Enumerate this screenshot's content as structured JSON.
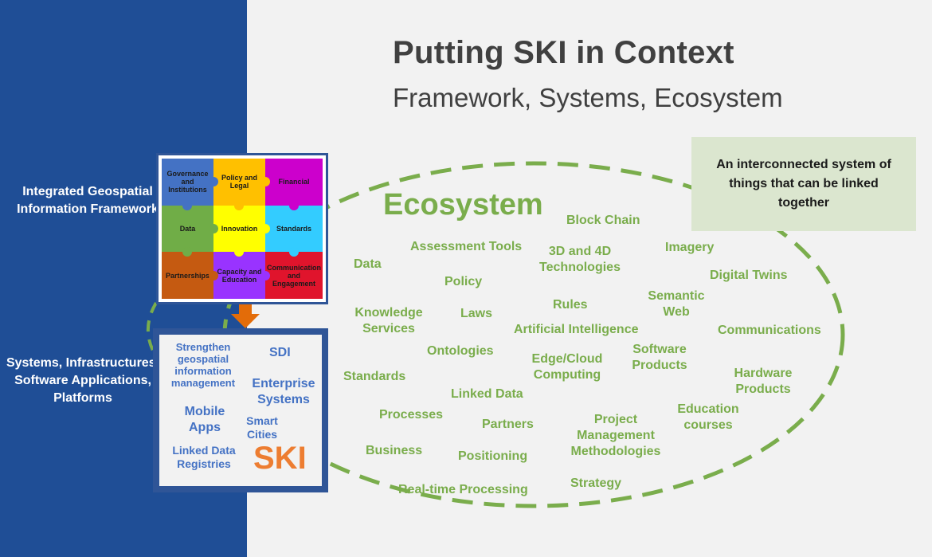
{
  "title": "Putting SKI in Context",
  "subtitle": "Framework, Systems, Ecosystem",
  "left_labels": {
    "framework": "Integrated Geospatial Information Framework",
    "systems": "Systems, Infrastructures, Software Applications, Platforms"
  },
  "callout": "An interconnected system of things that can be linked together",
  "ecosystem": {
    "title": "Ecosystem",
    "items": [
      "Block Chain",
      "Assessment Tools",
      "3D and 4D Technologies",
      "Imagery",
      "Data",
      "Policy",
      "Digital Twins",
      "Semantic Web",
      "Rules",
      "Knowledge Services",
      "Laws",
      "Artificial Intelligence",
      "Communications",
      "Ontologies",
      "Software Products",
      "Edge/Cloud Computing",
      "Standards",
      "Hardware Products",
      "Linked Data",
      "Education courses",
      "Processes",
      "Partners",
      "Project Management Methodologies",
      "Business",
      "Positioning",
      "Strategy",
      "Real-time Processing"
    ]
  },
  "framework_pieces": [
    {
      "label": "Governance and Institutions",
      "color": "#4472c4"
    },
    {
      "label": "Policy and Legal",
      "color": "#ffc000"
    },
    {
      "label": "Financial",
      "color": "#cc00cc"
    },
    {
      "label": "Data",
      "color": "#70ad47"
    },
    {
      "label": "Innovation",
      "color": "#ffff00"
    },
    {
      "label": "Standards",
      "color": "#33ccff"
    },
    {
      "label": "Partnerships",
      "color": "#c55a11"
    },
    {
      "label": "Capacity and Education",
      "color": "#9933ff"
    },
    {
      "label": "Communication and Engagement",
      "color": "#e0142c"
    }
  ],
  "ski_box": {
    "items": [
      "Strengthen geospatial information management",
      "SDI",
      "Enterprise Systems",
      "Mobile Apps",
      "Smart Cities",
      "Linked Data Registries"
    ],
    "logo": "SKI"
  },
  "colors": {
    "left_panel": "#1f4e96",
    "ecosystem_green": "#7aad4c",
    "ski_blue": "#4472c4",
    "ski_orange": "#ed7d31",
    "arrow_orange": "#e36c09"
  }
}
